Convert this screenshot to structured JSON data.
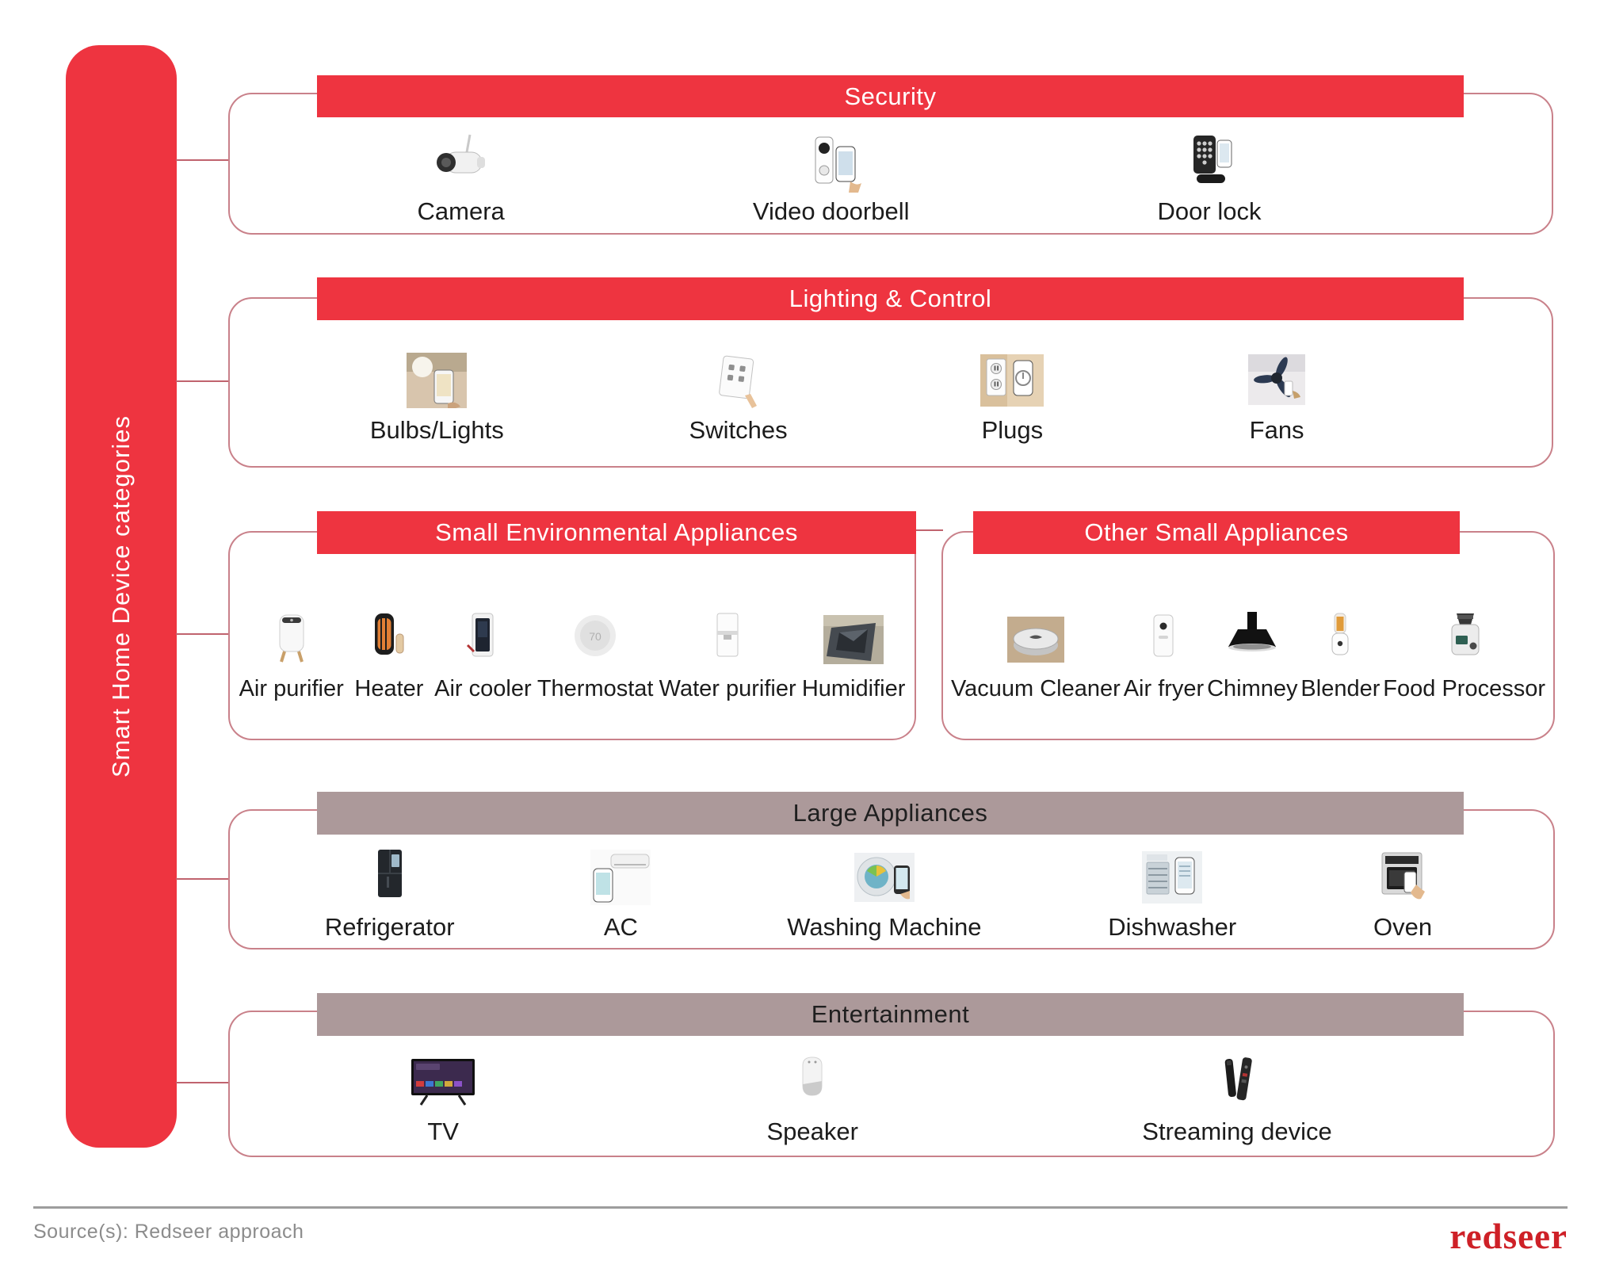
{
  "sidebar": {
    "label": "Smart Home Device categories"
  },
  "sections": [
    {
      "id": "security",
      "title": "Security",
      "header_style": "red",
      "items": [
        {
          "label": "Camera",
          "icon": "camera-icon"
        },
        {
          "label": "Video doorbell",
          "icon": "video-doorbell-icon"
        },
        {
          "label": "Door lock",
          "icon": "door-lock-icon"
        }
      ]
    },
    {
      "id": "lighting-control",
      "title": "Lighting & Control",
      "header_style": "red",
      "items": [
        {
          "label": "Bulbs/Lights",
          "icon": "bulbs-lights-icon"
        },
        {
          "label": "Switches",
          "icon": "switches-icon"
        },
        {
          "label": "Plugs",
          "icon": "plugs-icon"
        },
        {
          "label": "Fans",
          "icon": "fan-icon"
        }
      ]
    },
    {
      "id": "small-environmental-appliances",
      "title": "Small Environmental Appliances",
      "header_style": "red",
      "items": [
        {
          "label": "Air purifier",
          "icon": "air-purifier-icon"
        },
        {
          "label": "Heater",
          "icon": "heater-icon"
        },
        {
          "label": "Air cooler",
          "icon": "air-cooler-icon"
        },
        {
          "label": "Thermostat",
          "icon": "thermostat-icon"
        },
        {
          "label": "Water purifier",
          "icon": "water-purifier-icon"
        },
        {
          "label": "Humidifier",
          "icon": "humidifier-icon"
        }
      ]
    },
    {
      "id": "other-small-appliances",
      "title": "Other Small Appliances",
      "header_style": "red",
      "items": [
        {
          "label": "Vacuum Cleaner",
          "icon": "vacuum-cleaner-icon"
        },
        {
          "label": "Air fryer",
          "icon": "air-fryer-icon"
        },
        {
          "label": "Chimney",
          "icon": "chimney-icon"
        },
        {
          "label": "Blender",
          "icon": "blender-icon"
        },
        {
          "label": "Food Processor",
          "icon": "food-processor-icon"
        }
      ]
    },
    {
      "id": "large-appliances",
      "title": "Large Appliances",
      "header_style": "mauve",
      "items": [
        {
          "label": "Refrigerator",
          "icon": "refrigerator-icon"
        },
        {
          "label": "AC",
          "icon": "ac-icon"
        },
        {
          "label": "Washing Machine",
          "icon": "washing-machine-icon"
        },
        {
          "label": "Dishwasher",
          "icon": "dishwasher-icon"
        },
        {
          "label": "Oven",
          "icon": "oven-icon"
        }
      ]
    },
    {
      "id": "entertainment",
      "title": "Entertainment",
      "header_style": "mauve",
      "items": [
        {
          "label": "TV",
          "icon": "tv-icon"
        },
        {
          "label": "Speaker",
          "icon": "speaker-icon"
        },
        {
          "label": "Streaming device",
          "icon": "streaming-device-icon"
        }
      ]
    }
  ],
  "footer": {
    "source": "Source(s): Redseer approach",
    "logo": "redseer"
  },
  "colors": {
    "red": "#EE3440",
    "mauve": "#AC999A",
    "box_border": "#C9818A",
    "connector": "#C0636E",
    "label_text": "#1C1C1C",
    "header_text_on_red": "#FFFFFF",
    "header_text_on_mauve": "#1F1F1F",
    "source_text": "#8C8C8C",
    "divider": "#9D9D9D",
    "logo_red": "#CE2027",
    "background": "#FFFFFF"
  }
}
